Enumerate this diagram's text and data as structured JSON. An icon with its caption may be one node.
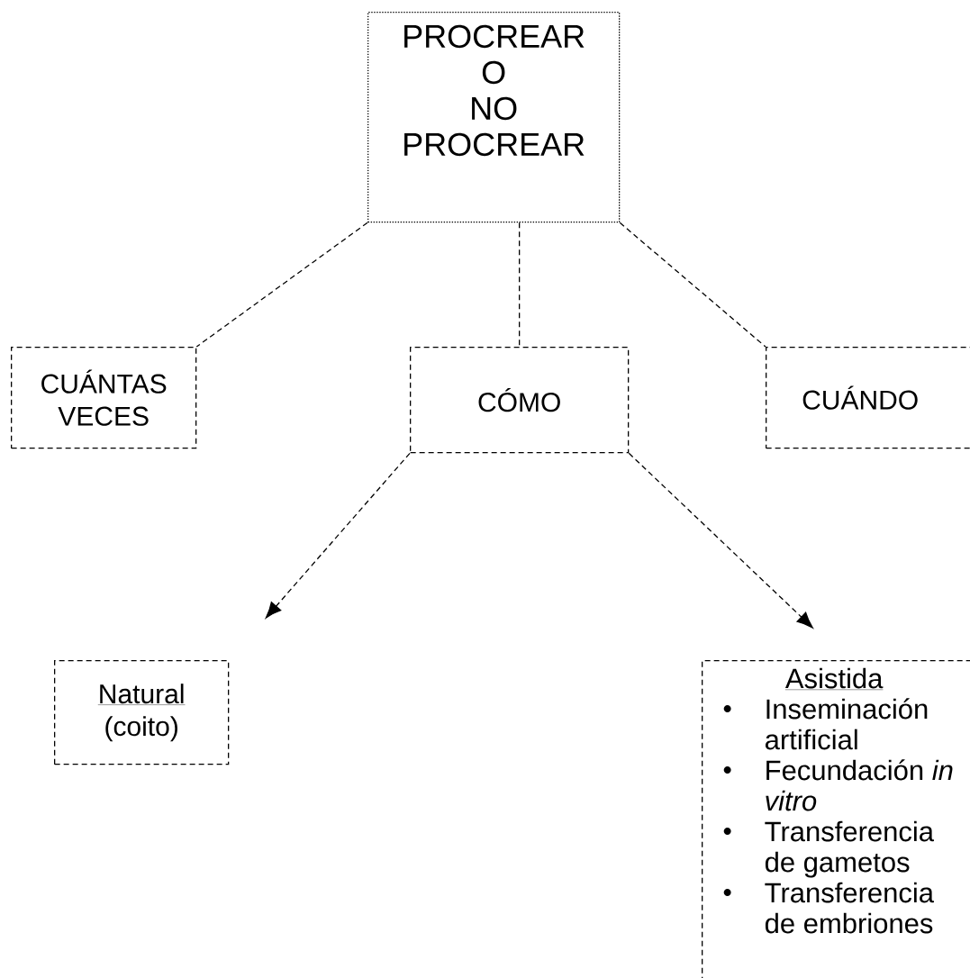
{
  "diagram": {
    "nodes": [
      {
        "text": [
          "PROCREAR O NO PROCREAR"
        ]
      },
      {
        "text": [
          "CUÁNTAS VECES"
        ]
      },
      {
        "text": [
          "CÓMO"
        ]
      },
      {
        "text": [
          "CUÁNDO"
        ]
      },
      {
        "text": [
          "Natural",
          "(coito)"
        ]
      },
      {
        "text": [
          "Asistida",
          "Inseminación artificial",
          "Fecundación *in vitro*",
          "Transferencia de gametos",
          "Transferencia de embriones"
        ]
      }
    ],
    "edges": [
      {
        "from": 0,
        "to": 1,
        "arrow": "none",
        "style": "dashed"
      },
      {
        "from": 0,
        "to": 2,
        "arrow": "none",
        "style": "dashed"
      },
      {
        "from": 0,
        "to": 3,
        "arrow": "none",
        "style": "dashed"
      },
      {
        "from": 2,
        "to": 4,
        "arrow": "to",
        "style": "dashed"
      },
      {
        "from": 2,
        "to": 5,
        "arrow": "to",
        "style": "dashed"
      }
    ]
  }
}
